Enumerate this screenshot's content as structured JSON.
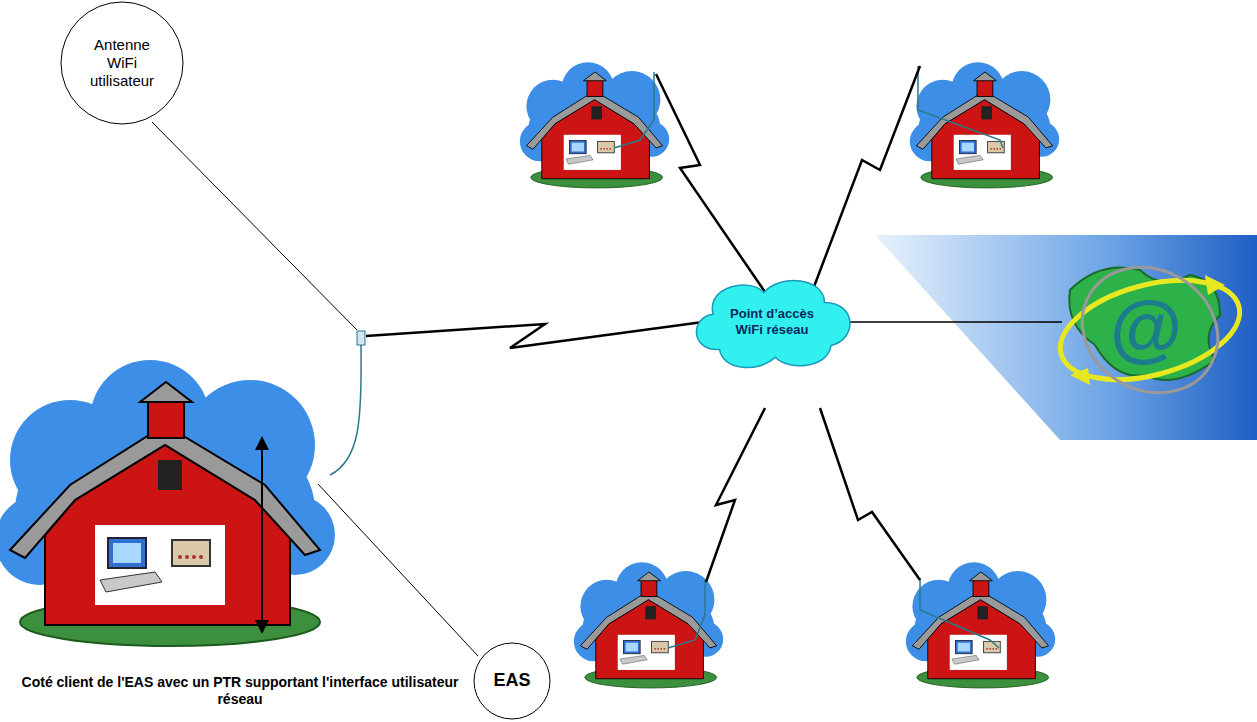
{
  "diagram": {
    "nodes": [
      {
        "text": [
          "Antenne WiFi utilisateur"
        ]
      },
      {
        "text": [
          "Point d’accès WiFi réseau"
        ]
      },
      {
        "text": [
          "EAS"
        ]
      }
    ],
    "labels": [
      "Coté client de l'EAS avec un PTR supportant l'interface utilisateur réseau",
      "@"
    ]
  }
}
